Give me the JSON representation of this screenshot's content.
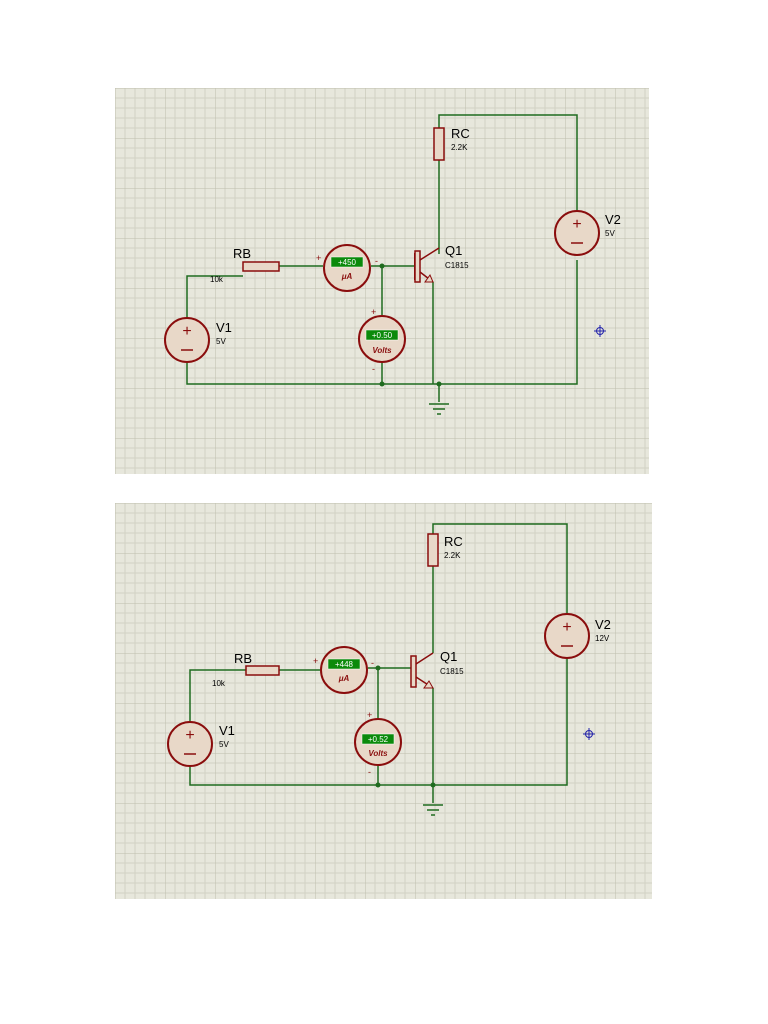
{
  "circuits": [
    {
      "rb": {
        "name": "RB",
        "value": "10k"
      },
      "rc": {
        "name": "RC",
        "value": "2.2K"
      },
      "v1": {
        "name": "V1",
        "value": "5V"
      },
      "v2": {
        "name": "V2",
        "value": "5V"
      },
      "q1": {
        "name": "Q1",
        "part": "C1815"
      },
      "ammeter": {
        "reading": "+450",
        "unit": "μA"
      },
      "voltmeter": {
        "reading": "+0.50",
        "unit": "Volts"
      }
    },
    {
      "rb": {
        "name": "RB",
        "value": "10k"
      },
      "rc": {
        "name": "RC",
        "value": "2.2K"
      },
      "v1": {
        "name": "V1",
        "value": "5V"
      },
      "v2": {
        "name": "V2",
        "value": "12V"
      },
      "q1": {
        "name": "Q1",
        "part": "C1815"
      },
      "ammeter": {
        "reading": "+448",
        "unit": "μA"
      },
      "voltmeter": {
        "reading": "+0.52",
        "unit": "Volts"
      }
    }
  ],
  "colors": {
    "background": "#e7e7dc",
    "grid_minor": "#d2d2c4",
    "grid_major": "#bdbdad",
    "wire": "#1f6b1f",
    "component": "#8a0d0d",
    "component_fill": "#e8d8c8",
    "meter_display": "#0b8a0b",
    "marker": "#2222aa"
  }
}
